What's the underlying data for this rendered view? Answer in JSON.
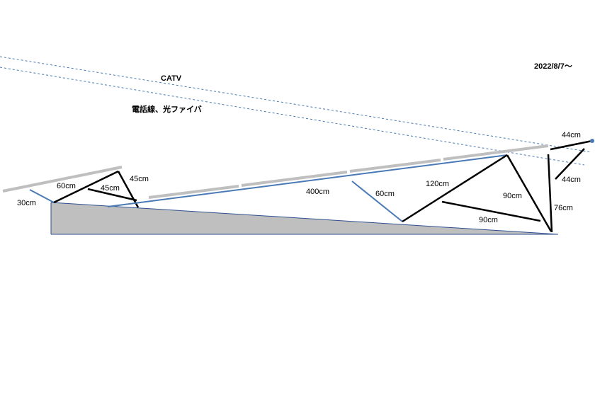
{
  "date_label": "2022/8/7～",
  "lines": {
    "catv": "CATV",
    "telephone_fiber": "電話線、光ファイバ"
  },
  "dimensions": {
    "d30": "30cm",
    "d60_left": "60cm",
    "d45_outer": "45cm",
    "d45_inner": "45cm",
    "d400": "400cm",
    "d60_right": "60cm",
    "d120": "120cm",
    "d90_diag": "90cm",
    "d90_bottom": "90cm",
    "d76": "76cm",
    "d44_top": "44cm",
    "d44_side": "44cm"
  },
  "colors": {
    "roof_fill": "#bfbfbf",
    "roof_edge": "#2f4f8f",
    "antenna_gray": "#bfbfbf",
    "antenna_blue": "#4a7ab5",
    "frame_black": "#000000",
    "dashed": "#4a7ab5"
  }
}
